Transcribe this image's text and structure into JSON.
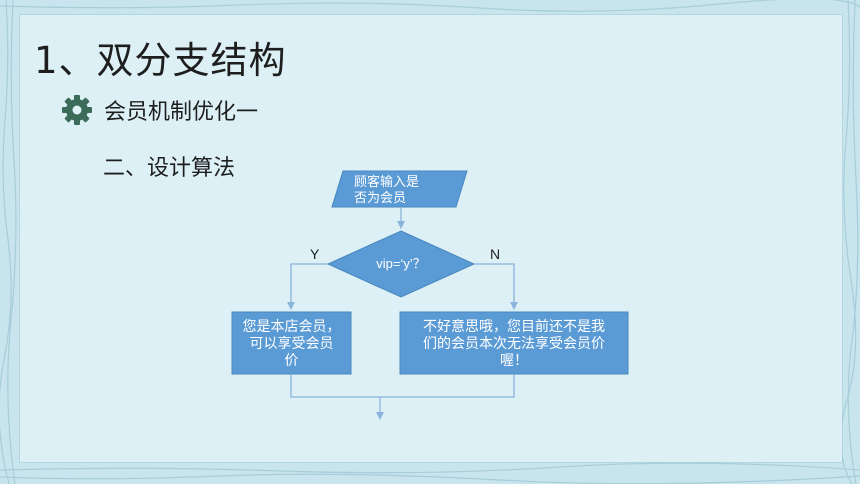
{
  "title": "1、双分支结构",
  "bullet": {
    "text": "会员机制优化一"
  },
  "subheading": "二、设计算法",
  "flowchart": {
    "input": {
      "line1": "顾客输入是",
      "line2": "否为会员"
    },
    "decision": {
      "text": "vip=‘y’？"
    },
    "yes_label": "Y",
    "no_label": "N",
    "yes_box": {
      "line1": "您是本店会员，",
      "line2": "可以享受会员",
      "line3": "价"
    },
    "no_box": {
      "line1": "不好意思哦，您目前还不是我",
      "line2": "们的会员本次无法享受会员价",
      "line3": "喔！"
    }
  },
  "colors": {
    "shape_fill": "#5b9bd5",
    "shape_stroke": "#4a87bf",
    "connector": "#8ab4dc",
    "gear": "#3d6b5a"
  }
}
